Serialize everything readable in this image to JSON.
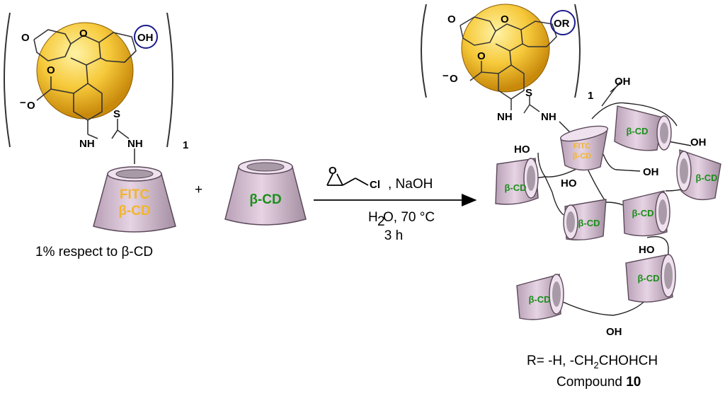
{
  "colors": {
    "sphere_light": "#fff3a6",
    "sphere_mid": "#f6c93a",
    "sphere_dark": "#c98a0c",
    "cone_body": "#d9c2d6",
    "cone_top": "#efe2ee",
    "cone_inner": "#a99aa8",
    "cd_label_green": "#1a8f1a",
    "fitc_label_gold": "#f2b52c",
    "oh_circle_blue": "#1a1a8c"
  },
  "left": {
    "ketone_label": "O",
    "ring_O_label": "O",
    "oh_label": "OH",
    "carboxylate_O": "O",
    "carboxylate_minus": "−",
    "carbonyl_O": "O",
    "thio_S": "S",
    "nh_left": "NH",
    "nh_right": "NH",
    "subscript": "1",
    "fitc_line1": "FITC",
    "fitc_line2": "β-CD",
    "footnote": "1% respect to β-CD"
  },
  "plus_sign": "+",
  "middle_cone_label": "β-CD",
  "reaction": {
    "epoxide_O": "O",
    "chloride": "Cl",
    "base": ", NaOH",
    "solvent": "H",
    "solvent_sub": "2",
    "solvent_rest": "O, 70 °C",
    "time": "3 h"
  },
  "right": {
    "ketone_label": "O",
    "ring_O_label": "O",
    "or_label": "OR",
    "carboxylate_O": "O",
    "carboxylate_minus": "−",
    "carbonyl_O": "O",
    "thio_S": "S",
    "nh_left": "NH",
    "nh_right": "NH",
    "subscript": "1",
    "fitc_line1": "FITC",
    "fitc_line2": "β-CD",
    "cd_label": "β-CD",
    "oh": "OH",
    "ho": "HO",
    "r_def_prefix": "R= -H, -CH",
    "r_def_sub": "2",
    "r_def_rest": "CHOHCH",
    "compound_prefix": "Compound ",
    "compound_number": "10"
  }
}
